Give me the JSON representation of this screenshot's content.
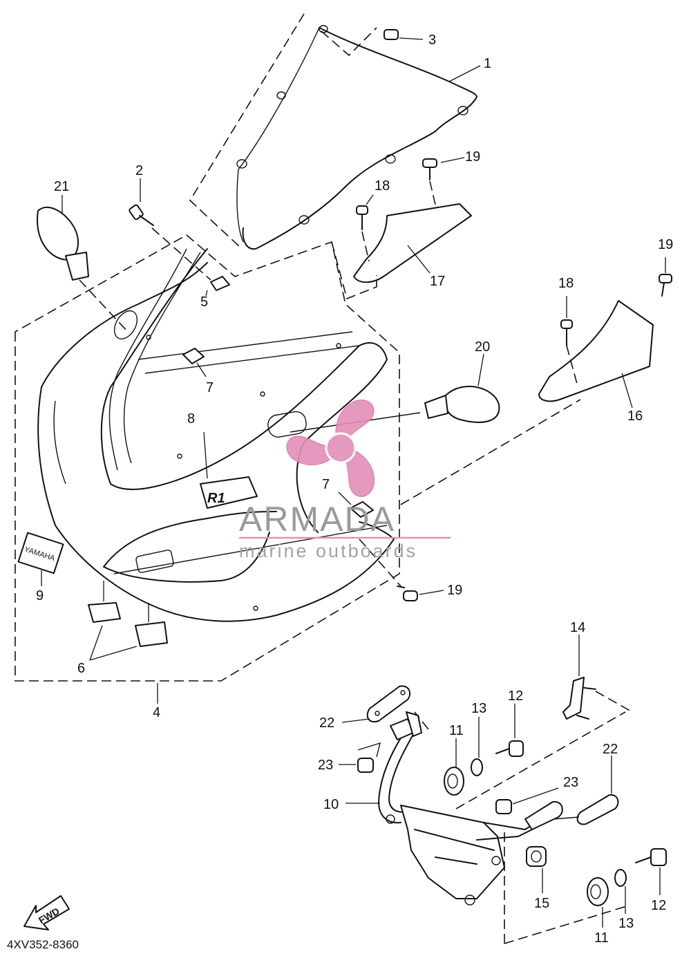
{
  "diagram": {
    "part_numbers": [
      {
        "id": "1",
        "text": "1"
      },
      {
        "id": "2",
        "text": "2"
      },
      {
        "id": "3",
        "text": "3"
      },
      {
        "id": "4",
        "text": "4"
      },
      {
        "id": "5",
        "text": "5"
      },
      {
        "id": "6",
        "text": "6"
      },
      {
        "id": "7a",
        "text": "7"
      },
      {
        "id": "7b",
        "text": "7"
      },
      {
        "id": "8",
        "text": "8"
      },
      {
        "id": "9",
        "text": "9"
      },
      {
        "id": "10",
        "text": "10"
      },
      {
        "id": "11a",
        "text": "11"
      },
      {
        "id": "11b",
        "text": "11"
      },
      {
        "id": "12a",
        "text": "12"
      },
      {
        "id": "12b",
        "text": "12"
      },
      {
        "id": "13a",
        "text": "13"
      },
      {
        "id": "13b",
        "text": "13"
      },
      {
        "id": "14",
        "text": "14"
      },
      {
        "id": "15",
        "text": "15"
      },
      {
        "id": "16",
        "text": "16"
      },
      {
        "id": "17",
        "text": "17"
      },
      {
        "id": "18a",
        "text": "18"
      },
      {
        "id": "18b",
        "text": "18"
      },
      {
        "id": "19a",
        "text": "19"
      },
      {
        "id": "19b",
        "text": "19"
      },
      {
        "id": "19c",
        "text": "19"
      },
      {
        "id": "20",
        "text": "20"
      },
      {
        "id": "21",
        "text": "21"
      },
      {
        "id": "22a",
        "text": "22"
      },
      {
        "id": "22b",
        "text": "22"
      },
      {
        "id": "23a",
        "text": "23"
      },
      {
        "id": "23b",
        "text": "23"
      }
    ],
    "fwd_label": "FWD",
    "emblem_text": "YAMAHA",
    "r1_logo_text": "R1",
    "diagram_code": "4XV352-8360"
  },
  "watermark": {
    "brand": "ARMADA",
    "tagline": "marine outboards",
    "color": "#e48fb8"
  }
}
